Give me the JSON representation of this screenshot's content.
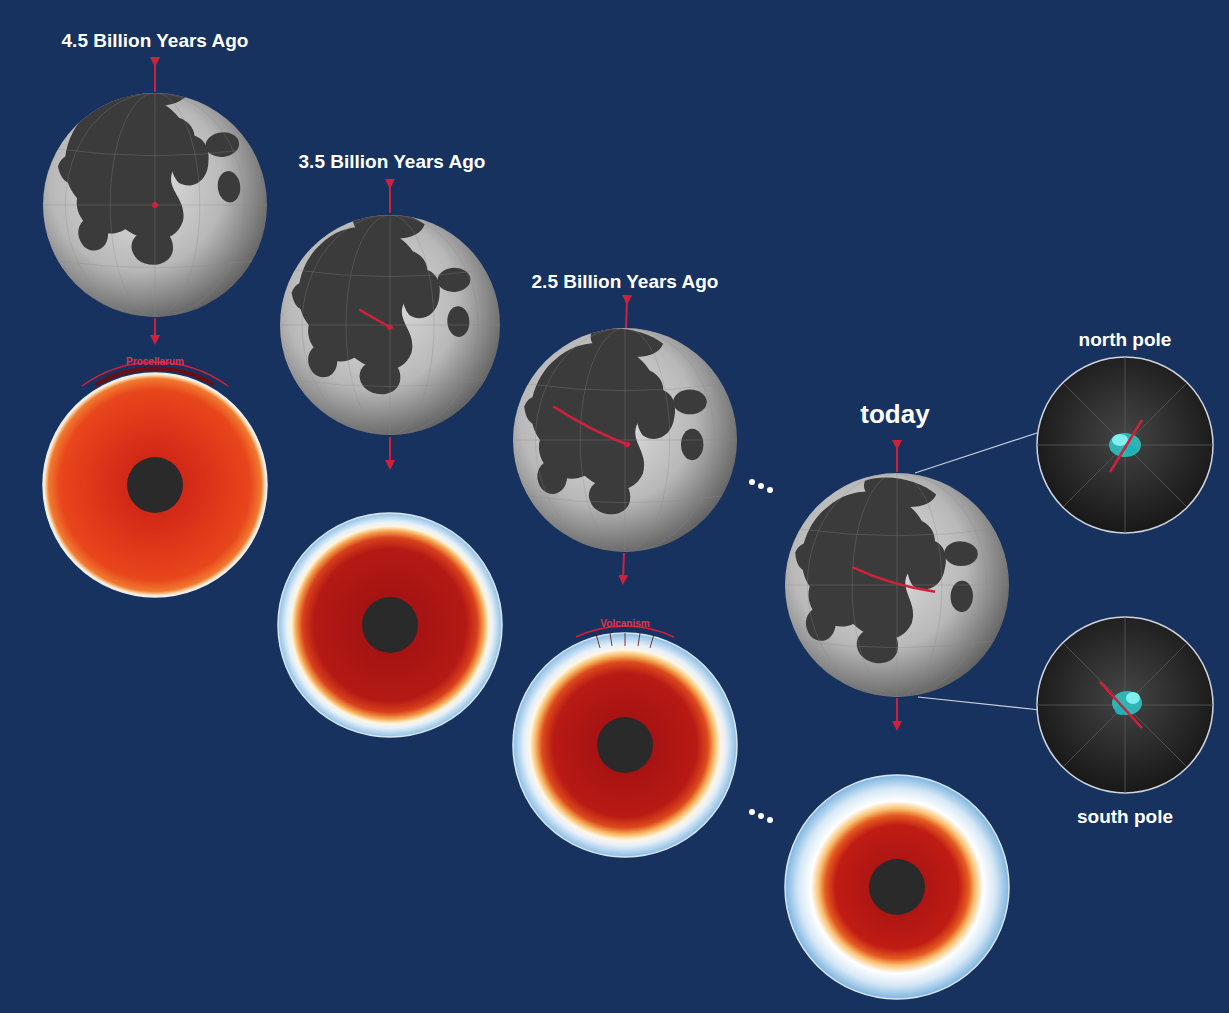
{
  "diagram": {
    "labels": [
      "4.5 Billion Years Ago",
      "3.5 Billion Years Ago",
      "2.5 Billion Years Ago",
      "today",
      "north pole",
      "south pole",
      "Procellarum",
      "Volcanism"
    ]
  }
}
